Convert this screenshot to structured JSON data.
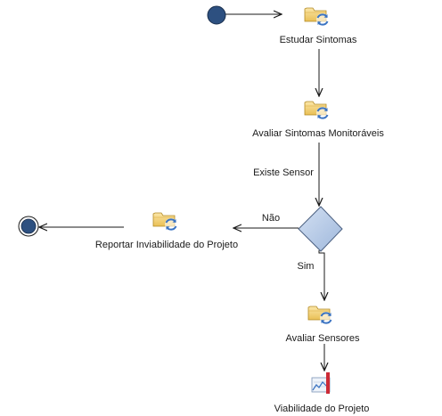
{
  "diagram": {
    "nodes": {
      "estudar_sintomas": "Estudar Sintomas",
      "avaliar_sintomas": "Avaliar Sintomas Monitoráveis",
      "reportar_inviabilidade": "Reportar Inviabilidade do Projeto",
      "avaliar_sensores": "Avaliar Sensores",
      "viabilidade": "Viabilidade do Projeto"
    },
    "edge_labels": {
      "existe_sensor": "Existe Sensor",
      "nao": "Não",
      "sim": "Sim"
    },
    "colors": {
      "start_fill": "#2d5080",
      "decision_fill": "#b4c8e4",
      "activity_folder": "#f2d37c",
      "activity_arrow": "#3a73c2",
      "artifact_bar": "#cc2a36",
      "stroke": "#1a1a1a"
    },
    "icons": {
      "activity": "activity-subprocess-icon",
      "artifact": "work-product-chart-icon",
      "start": "initial-node",
      "end": "final-node",
      "decision": "decision-diamond"
    }
  }
}
